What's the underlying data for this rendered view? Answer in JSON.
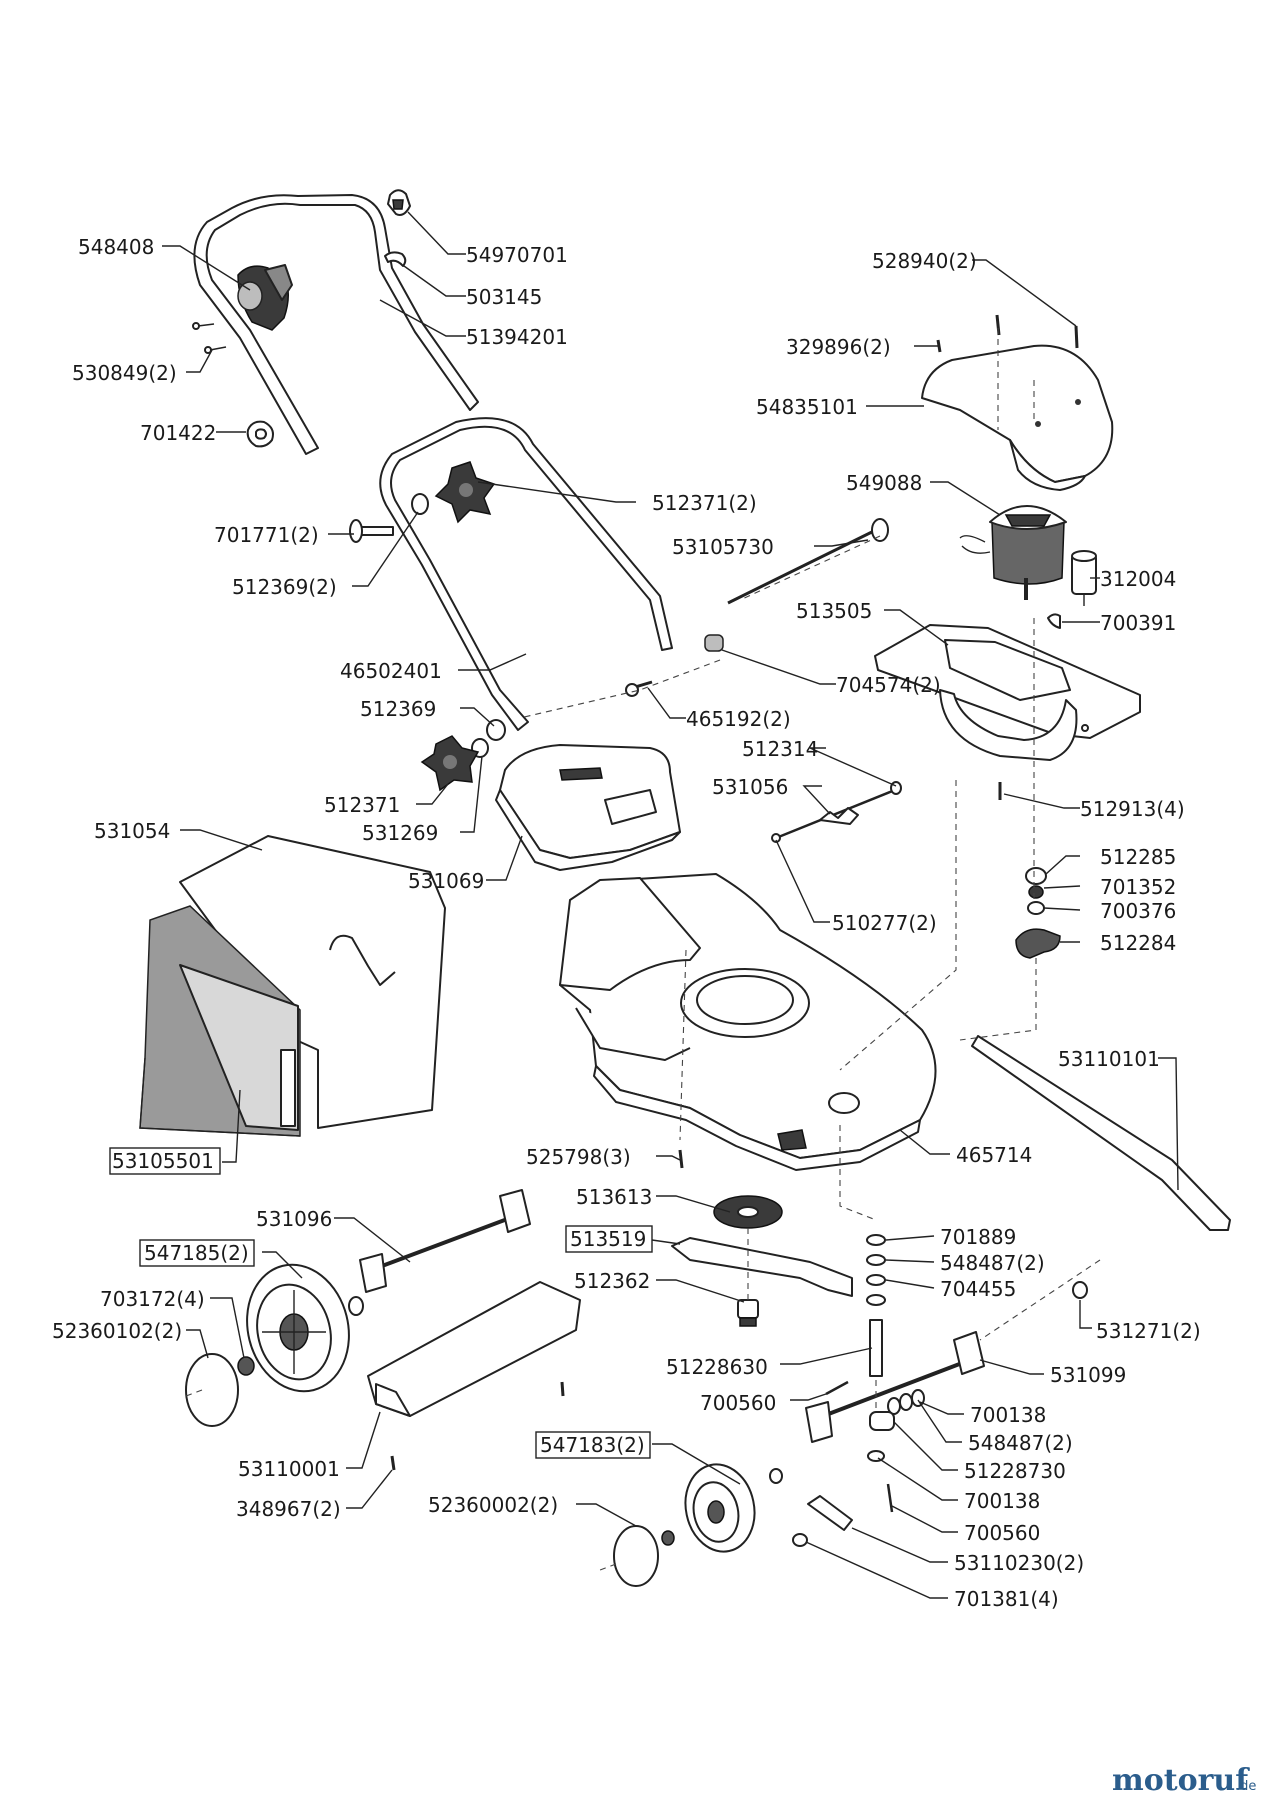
{
  "labels": [
    {
      "id": "p548408",
      "text": "548408"
    },
    {
      "id": "p54970701",
      "text": "54970701"
    },
    {
      "id": "p503145",
      "text": "503145"
    },
    {
      "id": "p51394201",
      "text": "51394201"
    },
    {
      "id": "p530849",
      "text": "530849(2)"
    },
    {
      "id": "p701422",
      "text": "701422"
    },
    {
      "id": "p528940",
      "text": "528940(2)"
    },
    {
      "id": "p329896",
      "text": "329896(2)"
    },
    {
      "id": "p54835101",
      "text": "54835101"
    },
    {
      "id": "p549088",
      "text": "549088"
    },
    {
      "id": "p312004",
      "text": "312004"
    },
    {
      "id": "p700391",
      "text": "700391"
    },
    {
      "id": "p512371_2",
      "text": "512371(2)"
    },
    {
      "id": "p701771",
      "text": "701771(2)"
    },
    {
      "id": "p53105730",
      "text": "53105730"
    },
    {
      "id": "p512369_2",
      "text": "512369(2)"
    },
    {
      "id": "p513505",
      "text": "513505"
    },
    {
      "id": "p46502401",
      "text": "46502401"
    },
    {
      "id": "p704574",
      "text": "704574(2)"
    },
    {
      "id": "p512369",
      "text": "512369"
    },
    {
      "id": "p465192",
      "text": "465192(2)"
    },
    {
      "id": "p512314",
      "text": "512314"
    },
    {
      "id": "p531056",
      "text": "531056"
    },
    {
      "id": "p512913",
      "text": "512913(4)"
    },
    {
      "id": "p512371",
      "text": "512371"
    },
    {
      "id": "p531269",
      "text": "531269"
    },
    {
      "id": "p531054",
      "text": "531054"
    },
    {
      "id": "p531069",
      "text": "531069"
    },
    {
      "id": "p512285",
      "text": "512285"
    },
    {
      "id": "p701352",
      "text": "701352"
    },
    {
      "id": "p700376",
      "text": "700376"
    },
    {
      "id": "p510277",
      "text": "510277(2)"
    },
    {
      "id": "p512284",
      "text": "512284"
    },
    {
      "id": "p53110101",
      "text": "53110101"
    },
    {
      "id": "p53105501",
      "text": "53105501"
    },
    {
      "id": "p525798",
      "text": "525798(3)"
    },
    {
      "id": "p465714",
      "text": "465714"
    },
    {
      "id": "p531096",
      "text": "531096"
    },
    {
      "id": "p513613",
      "text": "513613"
    },
    {
      "id": "p547185",
      "text": "547185(2)"
    },
    {
      "id": "p513519",
      "text": "513519"
    },
    {
      "id": "p701889",
      "text": "701889"
    },
    {
      "id": "p548487_a",
      "text": "548487(2)"
    },
    {
      "id": "p703172",
      "text": "703172(4)"
    },
    {
      "id": "p512362",
      "text": "512362"
    },
    {
      "id": "p704455",
      "text": "704455"
    },
    {
      "id": "p52360102",
      "text": "52360102(2)"
    },
    {
      "id": "p531271",
      "text": "531271(2)"
    },
    {
      "id": "p51228630",
      "text": "51228630"
    },
    {
      "id": "p531099",
      "text": "531099"
    },
    {
      "id": "p700560_a",
      "text": "700560"
    },
    {
      "id": "p700138_a",
      "text": "700138"
    },
    {
      "id": "p547183",
      "text": "547183(2)"
    },
    {
      "id": "p548487_b",
      "text": "548487(2)"
    },
    {
      "id": "p53110001",
      "text": "53110001"
    },
    {
      "id": "p51228730",
      "text": "51228730"
    },
    {
      "id": "p348967",
      "text": "348967(2)"
    },
    {
      "id": "p52360002",
      "text": "52360002(2)"
    },
    {
      "id": "p700138_b",
      "text": "700138"
    },
    {
      "id": "p700560_b",
      "text": "700560"
    },
    {
      "id": "p53110230",
      "text": "53110230(2)"
    },
    {
      "id": "p701381",
      "text": "701381(4)"
    }
  ],
  "watermark": {
    "brand": "motoruf",
    "suffix": ".de"
  },
  "colors": {
    "brand_blue": "#2b5d8c",
    "brand_orange": "#e27a14",
    "line": "#222222"
  }
}
